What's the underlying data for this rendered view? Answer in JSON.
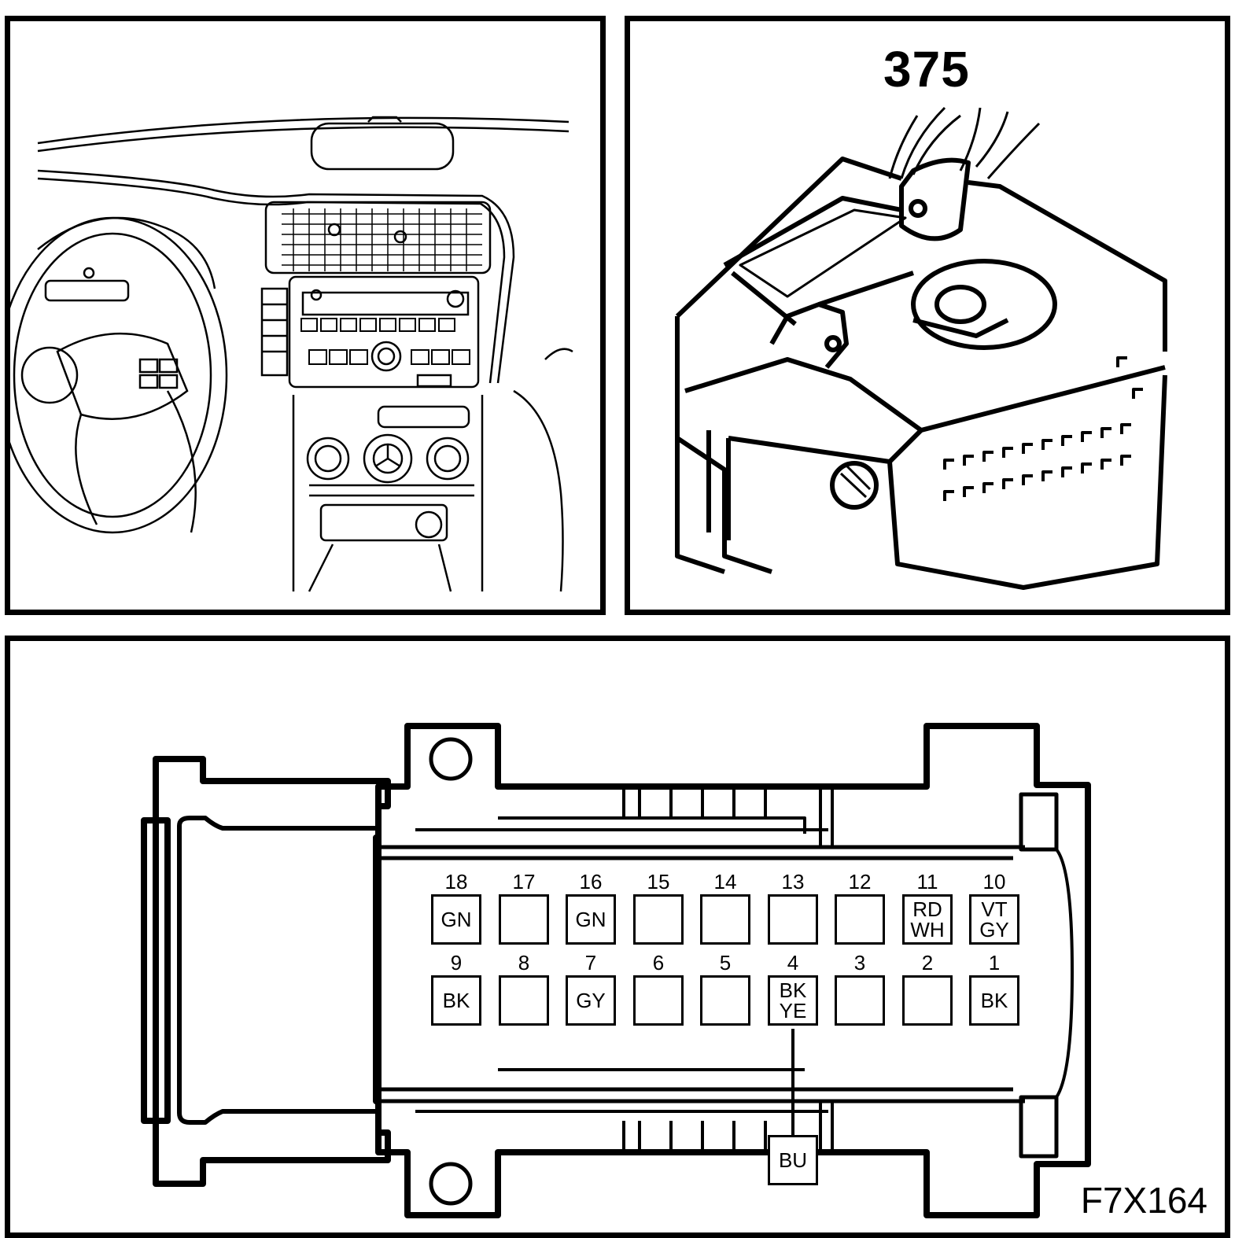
{
  "connector": {
    "number": "375",
    "figure_code": "F7X164"
  },
  "pins": {
    "top_row": [
      {
        "num": "18",
        "wire": [
          "GN"
        ]
      },
      {
        "num": "17",
        "wire": []
      },
      {
        "num": "16",
        "wire": [
          "GN"
        ]
      },
      {
        "num": "15",
        "wire": []
      },
      {
        "num": "14",
        "wire": []
      },
      {
        "num": "13",
        "wire": []
      },
      {
        "num": "12",
        "wire": []
      },
      {
        "num": "11",
        "wire": [
          "RD",
          "WH"
        ]
      },
      {
        "num": "10",
        "wire": [
          "VT",
          "GY"
        ]
      }
    ],
    "bottom_row": [
      {
        "num": "9",
        "wire": [
          "BK"
        ]
      },
      {
        "num": "8",
        "wire": []
      },
      {
        "num": "7",
        "wire": [
          "GY"
        ]
      },
      {
        "num": "6",
        "wire": []
      },
      {
        "num": "5",
        "wire": []
      },
      {
        "num": "4",
        "wire": [
          "BK",
          "YE"
        ]
      },
      {
        "num": "3",
        "wire": []
      },
      {
        "num": "2",
        "wire": []
      },
      {
        "num": "1",
        "wire": [
          "BK"
        ]
      }
    ],
    "extra_wire": {
      "pin": "4",
      "label": "BU"
    }
  }
}
